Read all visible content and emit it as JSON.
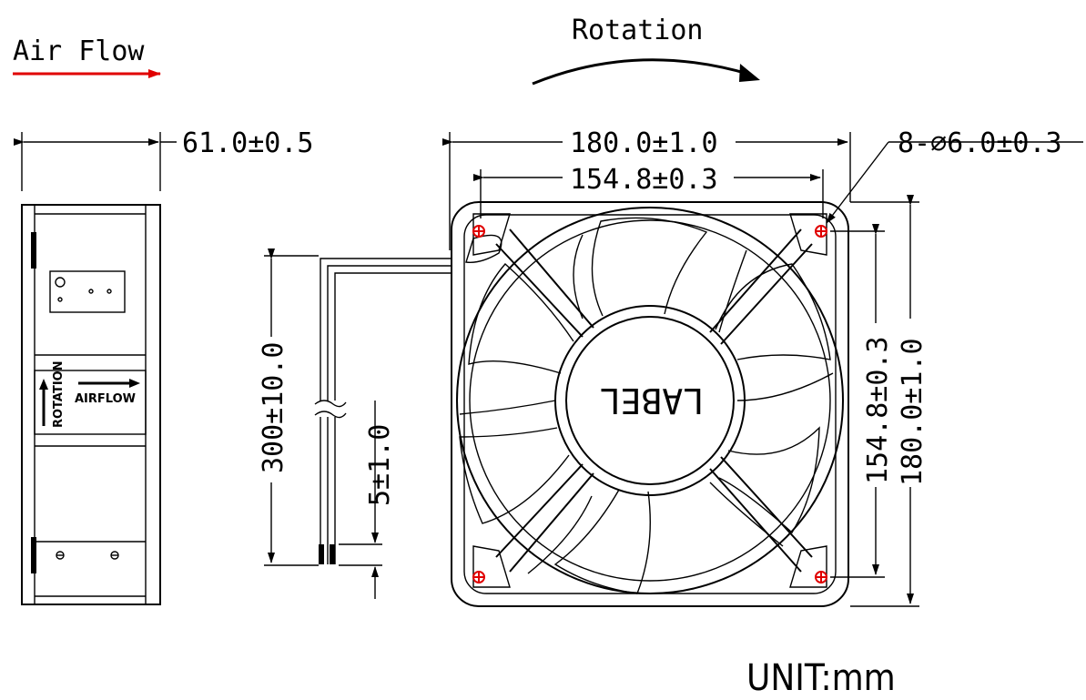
{
  "labels": {
    "air_flow": "Air Flow",
    "rotation": "Rotation",
    "side_width": "61.0±0.5",
    "overall_width": "180.0±1.0",
    "hole_spacing_h": "154.8±0.3",
    "holes": "8-∅6.0±0.3",
    "wire_length": "300±10.0",
    "wire_strip": "5±1.0",
    "hole_spacing_v": "154.8±0.3",
    "overall_height": "180.0±1.0",
    "hub_label": "LABEL",
    "side_rotation": "ROTATION",
    "side_airflow": "AIRFLOW",
    "unit": "UNIT:mm"
  },
  "colors": {
    "air_flow_arrow": "#e00000",
    "mount_hole": "#e00000",
    "line": "#000000"
  }
}
